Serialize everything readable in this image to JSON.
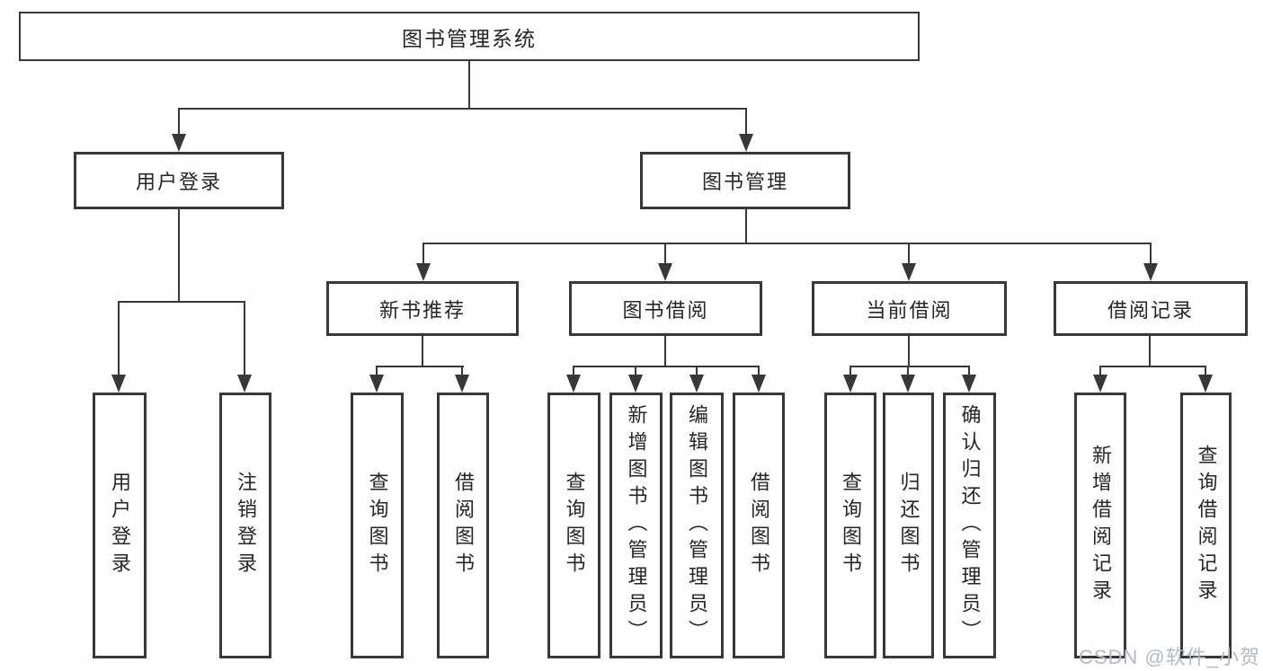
{
  "diagram": {
    "title": "图书管理系统",
    "root": {
      "label": "图书管理系统"
    },
    "branches": [
      {
        "label": "用户登录",
        "children": [
          {
            "label": "用户登录"
          },
          {
            "label": "注销登录"
          }
        ]
      },
      {
        "label": "图书管理",
        "children": [
          {
            "label": "新书推荐",
            "children": [
              {
                "label": "查询图书"
              },
              {
                "label": "借阅图书"
              }
            ]
          },
          {
            "label": "图书借阅",
            "children": [
              {
                "label": "查询图书"
              },
              {
                "label": "新增图书（管理员）"
              },
              {
                "label": "编辑图书（管理员）"
              },
              {
                "label": "借阅图书"
              }
            ]
          },
          {
            "label": "当前借阅",
            "children": [
              {
                "label": "查询图书"
              },
              {
                "label": "归还图书"
              },
              {
                "label": "确认归还（管理员）"
              }
            ]
          },
          {
            "label": "借阅记录",
            "children": [
              {
                "label": "新增借阅记录"
              },
              {
                "label": "查询借阅记录"
              }
            ]
          }
        ]
      }
    ]
  },
  "watermark": {
    "text": "CSDN @软件_小贺同学"
  },
  "colors": {
    "line": "#383838",
    "text": "#262626",
    "background": "#ffffff",
    "watermark": "#b5b9c0"
  }
}
